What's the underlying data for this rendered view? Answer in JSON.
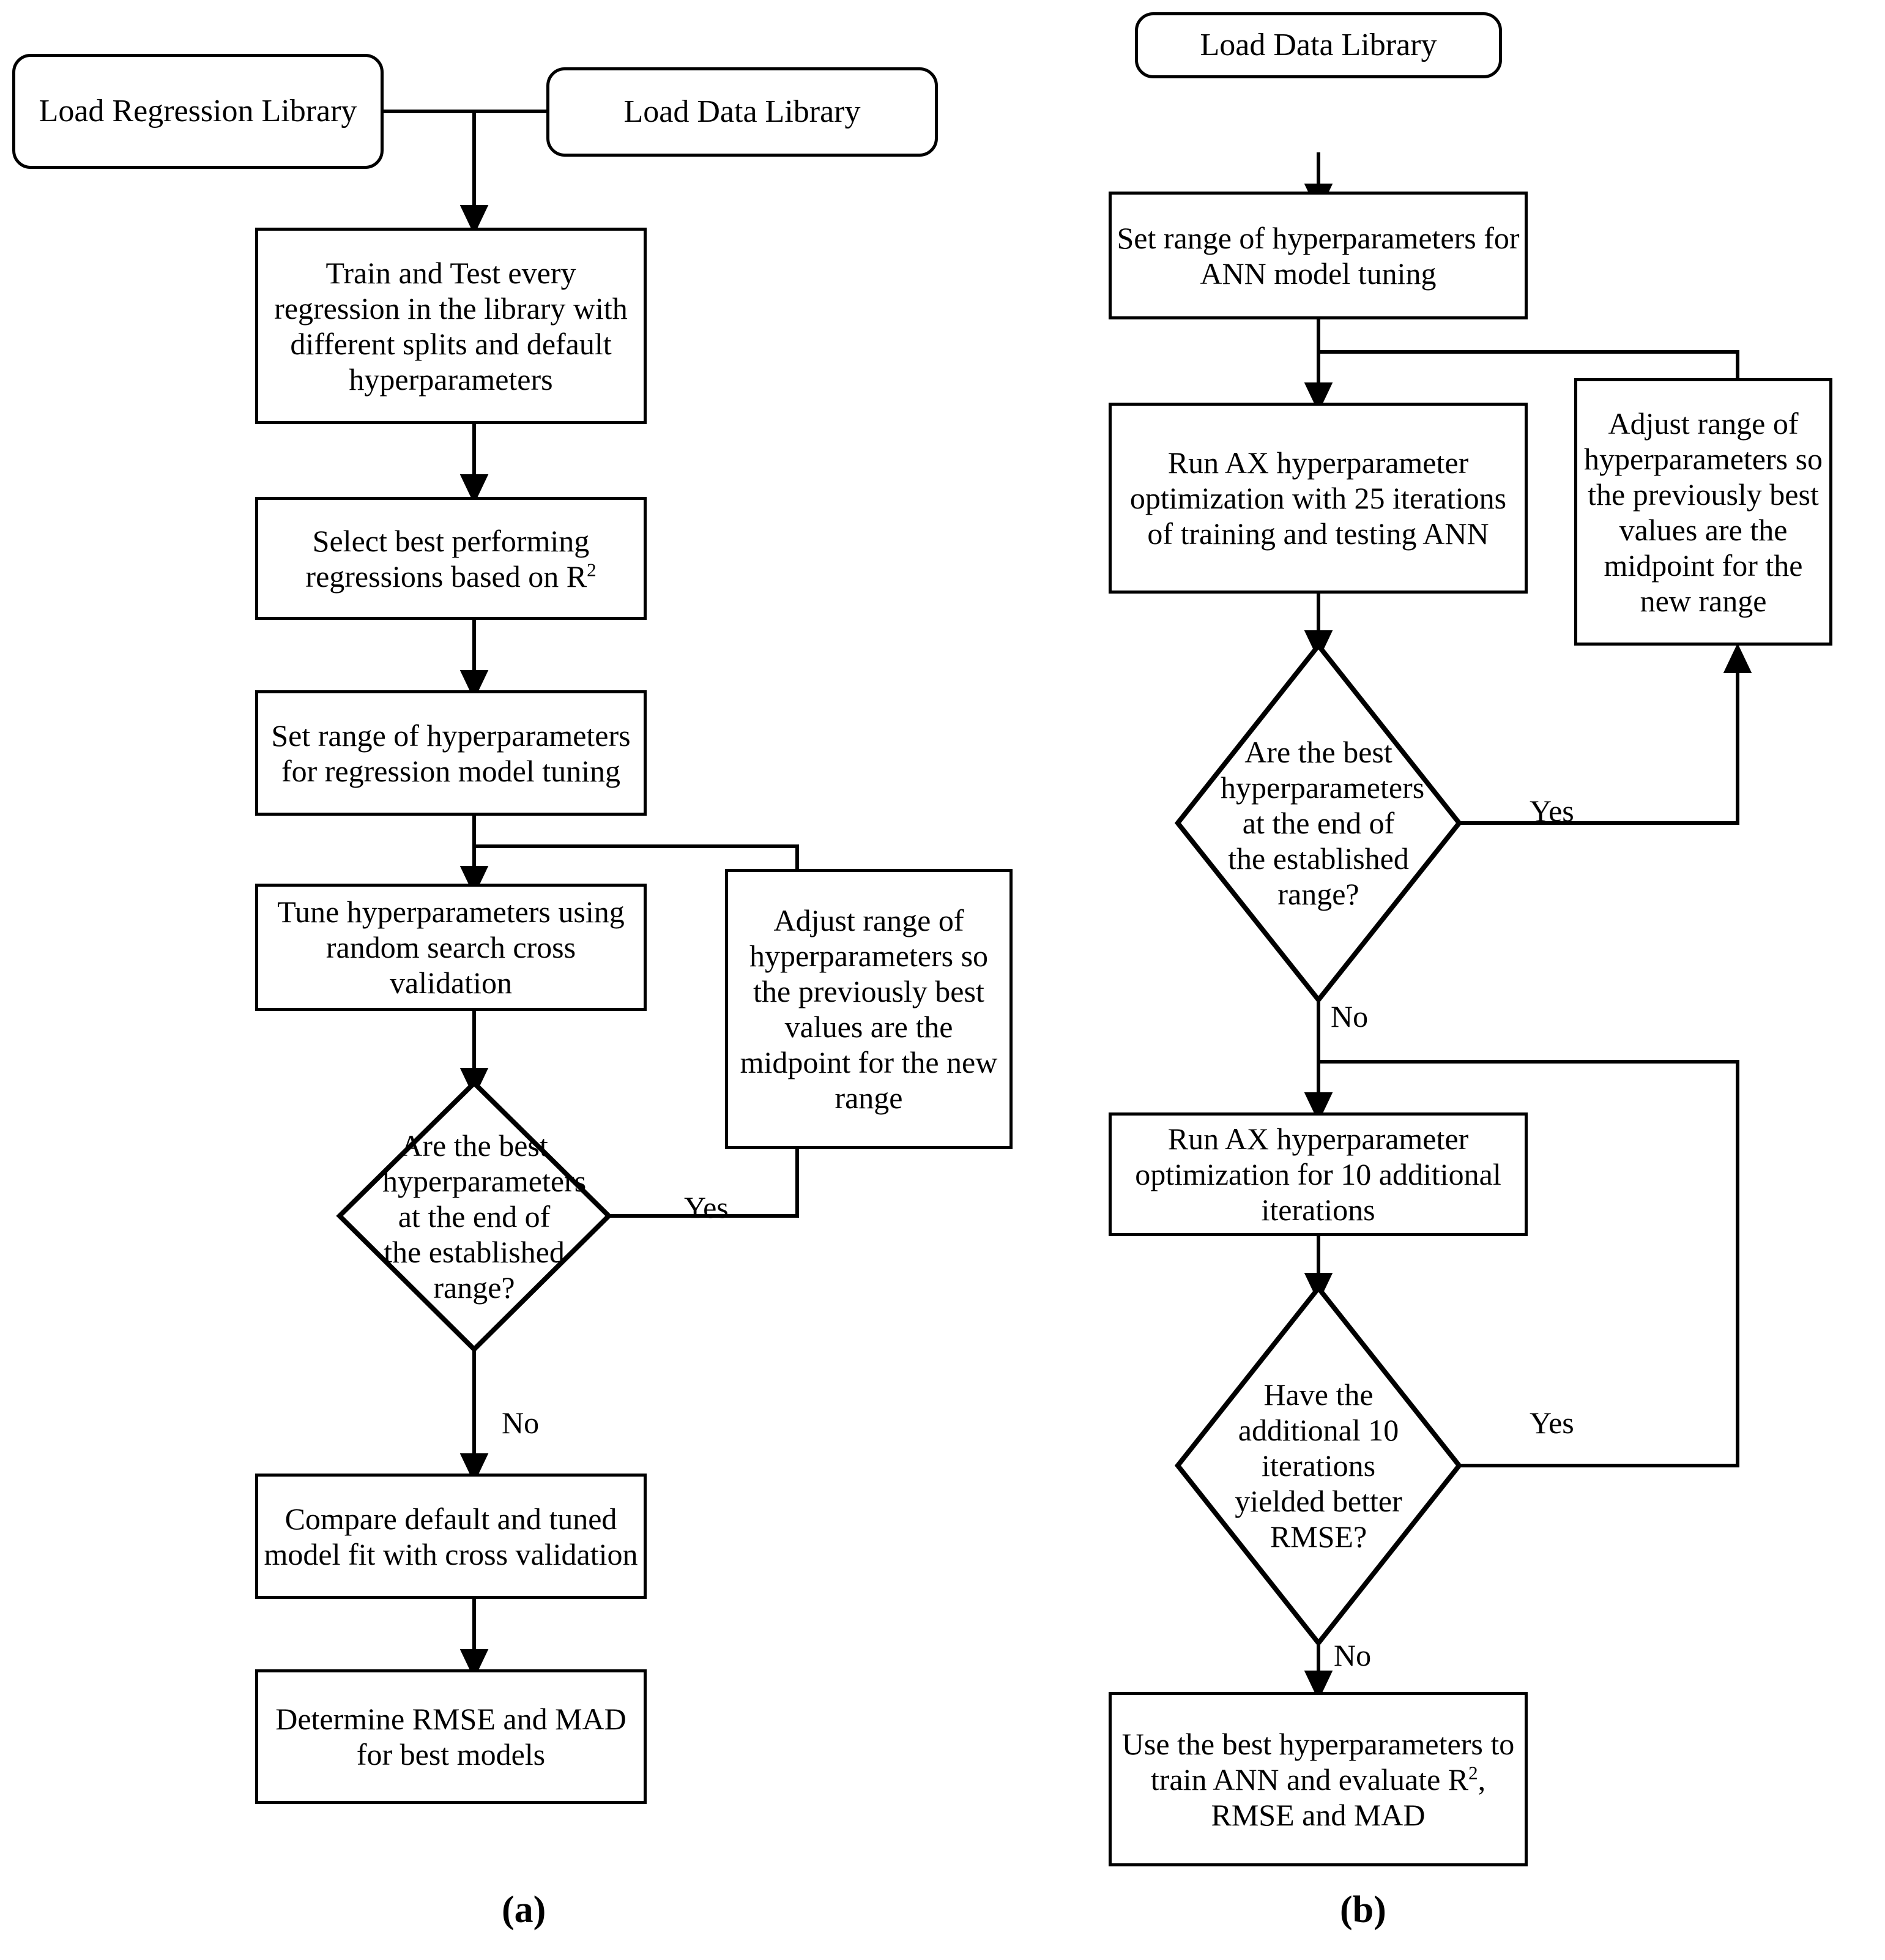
{
  "figure": {
    "panels": [
      {
        "id": "panel-a",
        "caption": "(a)",
        "nodes": [
          {
            "id": "a-load-regression-library",
            "shape": "terminator",
            "text": "Load Regression Library"
          },
          {
            "id": "a-load-data-library",
            "shape": "terminator",
            "text": "Load Data Library"
          },
          {
            "id": "a-train-and-test",
            "shape": "process",
            "text": "Train and Test every regression in the library with different splits and default hyperparameters"
          },
          {
            "id": "a-select-best",
            "shape": "process",
            "text_html": "Select best performing regressions based on R<sup>2</sup>"
          },
          {
            "id": "a-set-range",
            "shape": "process",
            "text": "Set range of hyperparameters for regression model tuning"
          },
          {
            "id": "a-tune-hyperparameters",
            "shape": "process",
            "text": "Tune hyperparameters using random search cross validation"
          },
          {
            "id": "a-adjust-range",
            "shape": "process",
            "text": "Adjust range of hyperparameters so the previously best values are the midpoint for the new range"
          },
          {
            "id": "a-decision-range",
            "shape": "decision",
            "text": "Are the best hyperparameters at the end of the established range?"
          },
          {
            "id": "a-compare-models",
            "shape": "process",
            "text": "Compare default and tuned model fit with cross validation"
          },
          {
            "id": "a-determine-metrics",
            "shape": "process",
            "text": "Determine RMSE and MAD for best models"
          }
        ],
        "edge_labels": [
          {
            "id": "a-yes-label",
            "text": "Yes"
          },
          {
            "id": "a-no-label",
            "text": "No"
          }
        ]
      },
      {
        "id": "panel-b",
        "caption": "(b)",
        "nodes": [
          {
            "id": "b-load-data-library",
            "shape": "terminator",
            "text": "Load Data Library"
          },
          {
            "id": "b-set-range",
            "shape": "process",
            "text": "Set range of hyperparameters for ANN model tuning"
          },
          {
            "id": "b-run-ax-25",
            "shape": "process",
            "text": "Run AX hyperparameter optimization with 25 iterations of training and testing ANN"
          },
          {
            "id": "b-adjust-range",
            "shape": "process",
            "text": "Adjust range of hyperparameters so the previously best values are the midpoint for the new range"
          },
          {
            "id": "b-decision-range",
            "shape": "decision",
            "text": "Are the best hyperparameters at the end of the established range?"
          },
          {
            "id": "b-run-ax-10",
            "shape": "process",
            "text": "Run AX hyperparameter optimization for 10 additional iterations"
          },
          {
            "id": "b-decision-rmse",
            "shape": "decision",
            "text": "Have the additional 10 iterations yielded better RMSE?"
          },
          {
            "id": "b-use-best",
            "shape": "process",
            "text_html": "Use the best hyperparameters to train ANN and evaluate R<sup>2</sup>, RMSE and MAD"
          }
        ],
        "edge_labels": [
          {
            "id": "b-yes-label-1",
            "text": "Yes"
          },
          {
            "id": "b-no-label-1",
            "text": "No"
          },
          {
            "id": "b-yes-label-2",
            "text": "Yes"
          },
          {
            "id": "b-no-label-2",
            "text": "No"
          }
        ]
      }
    ],
    "colors": {
      "background": "#ffffff",
      "stroke": "#000000",
      "text": "#000000"
    }
  }
}
